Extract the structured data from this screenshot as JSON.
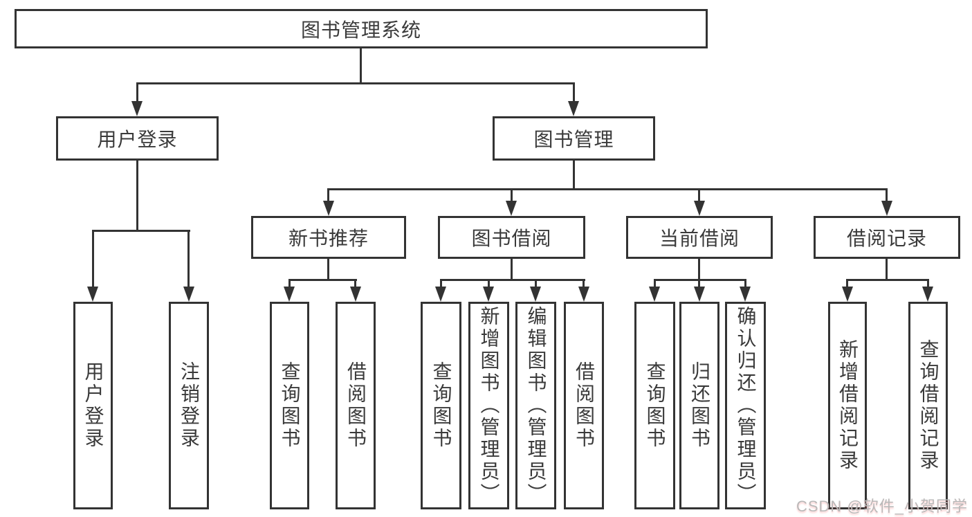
{
  "diagram": {
    "title_node": {
      "label": "图书管理系统"
    },
    "level2": [
      {
        "label": "用户登录"
      },
      {
        "label": "图书管理"
      }
    ],
    "level3": [
      {
        "label": "新书推荐"
      },
      {
        "label": "图书借阅"
      },
      {
        "label": "当前借阅"
      },
      {
        "label": "借阅记录"
      }
    ],
    "leaves": [
      {
        "label": "用户登录"
      },
      {
        "label": "注销登录"
      },
      {
        "label": "查询图书"
      },
      {
        "label": "借阅图书"
      },
      {
        "label": "查询图书"
      },
      {
        "label": "新增图书（管理员）"
      },
      {
        "label": "编辑图书（管理员）"
      },
      {
        "label": "借阅图书"
      },
      {
        "label": "查询图书"
      },
      {
        "label": "归还图书"
      },
      {
        "label": "确认归还（管理员）"
      },
      {
        "label": "新增借阅记录"
      },
      {
        "label": "查询借阅记录"
      }
    ],
    "colors": {
      "line": "#333333",
      "box_border": "#333333",
      "box_fill": "#ffffff",
      "text": "#3a3a3a",
      "watermark": "#b9b9b9"
    }
  },
  "watermark": {
    "text": "CSDN @软件_小贺同学"
  }
}
